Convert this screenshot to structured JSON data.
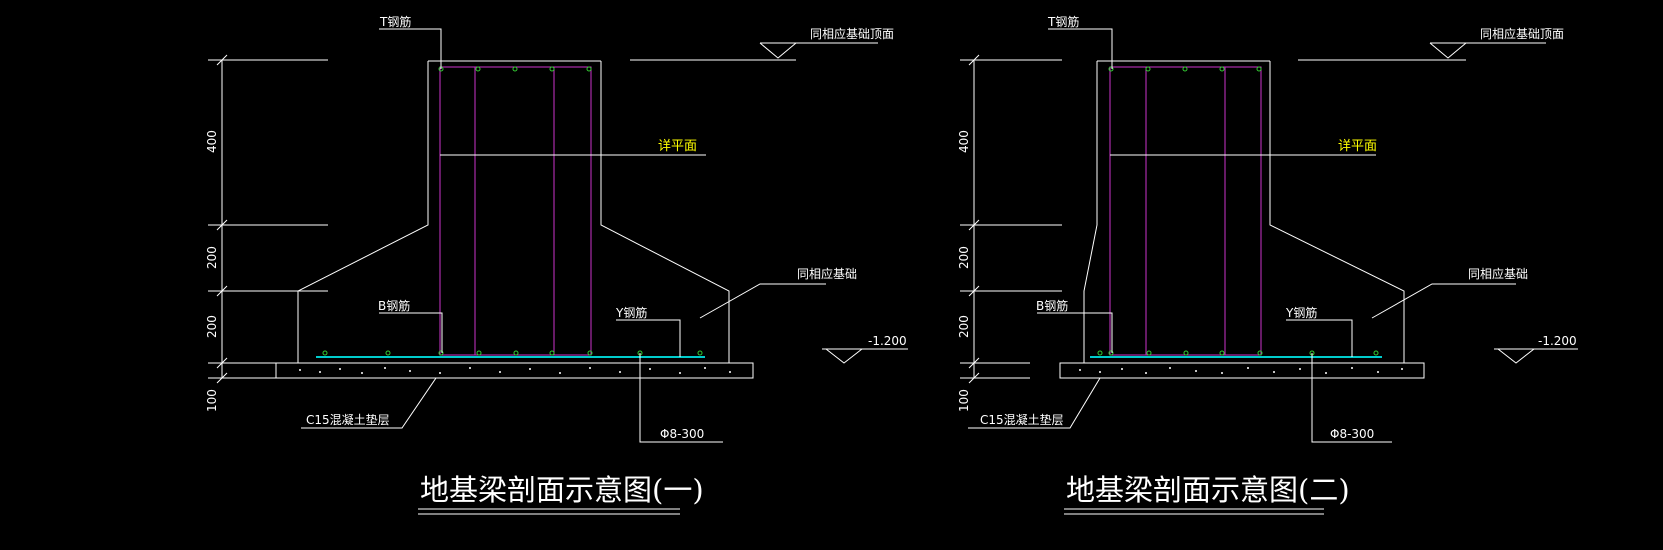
{
  "drawings": [
    {
      "title": "地基梁剖面示意图(一)",
      "labels": {
        "t_rebar": "T钢筋",
        "b_rebar": "B钢筋",
        "y_rebar": "Y钢筋",
        "top_note": "同相应基础顶面",
        "detail_note": "详平面",
        "side_note": "同相应基础",
        "elevation": "-1.200",
        "cushion": "C15混凝土垫层",
        "stirrup": "Φ8-300"
      },
      "dims": [
        "400",
        "200",
        "200",
        "100"
      ]
    },
    {
      "title": "地基梁剖面示意图(二)",
      "labels": {
        "t_rebar": "T钢筋",
        "b_rebar": "B钢筋",
        "y_rebar": "Y钢筋",
        "top_note": "同相应基础顶面",
        "detail_note": "详平面",
        "side_note": "同相应基础",
        "elevation": "-1.200",
        "cushion": "C15混凝土垫层",
        "stirrup": "Φ8-300"
      },
      "dims": [
        "400",
        "200",
        "200",
        "100"
      ]
    }
  ],
  "colors": {
    "background": "#000000",
    "line": "#ffffff",
    "rebar": "#cc33cc",
    "bottom_bar": "#00cccc",
    "highlight": "#ffff00",
    "dot": "#33cc33"
  }
}
